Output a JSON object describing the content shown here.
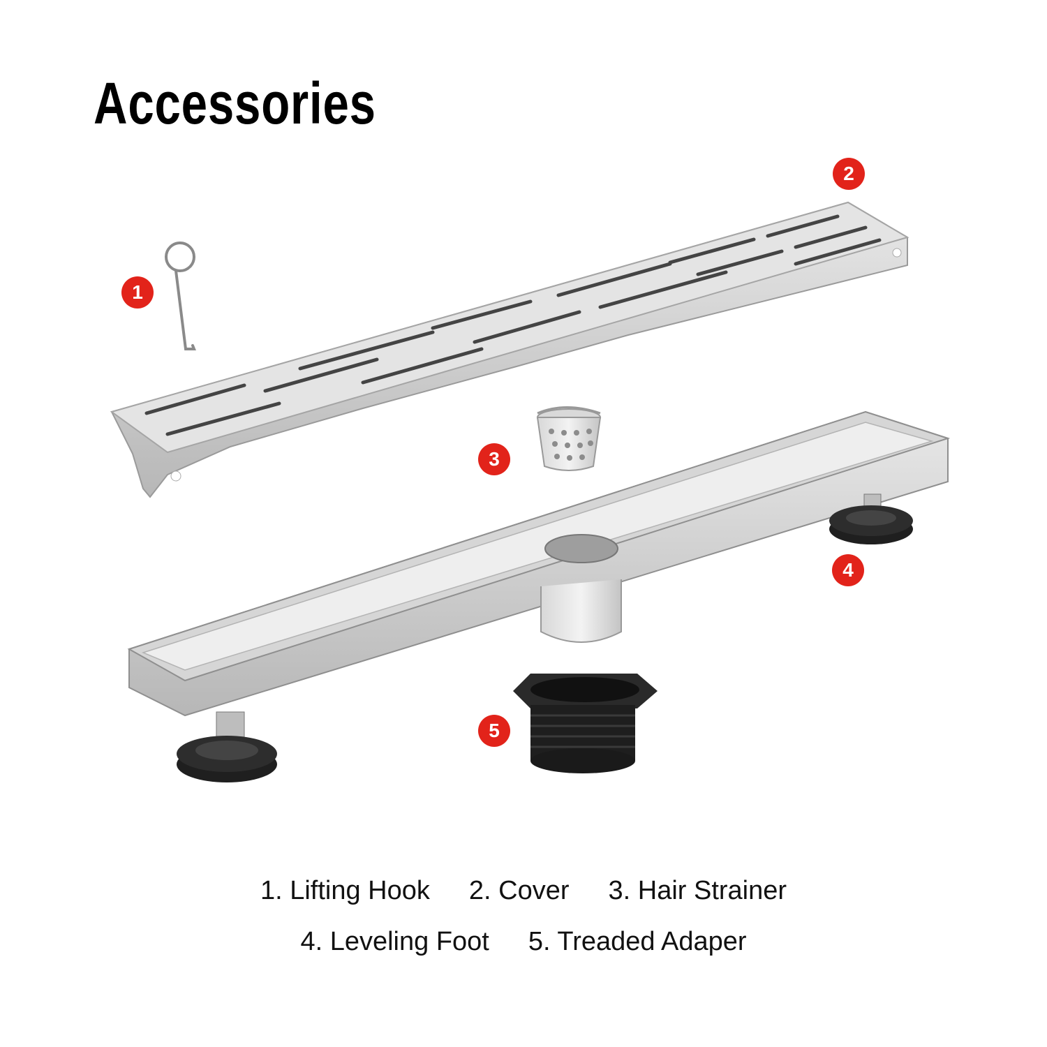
{
  "title": "Accessories",
  "markers": [
    "1",
    "2",
    "3",
    "4",
    "5"
  ],
  "legend": {
    "row1": [
      "1. Lifting Hook",
      "2. Cover",
      "3. Hair Strainer"
    ],
    "row2": [
      "4. Leveling Foot",
      "5. Treaded Adaper"
    ]
  },
  "colors": {
    "marker": "#e2231a",
    "steel": "#c9c9c9",
    "plastic": "#1a1a1a"
  },
  "icons": [
    "lifting-hook-icon",
    "drain-cover-icon",
    "hair-strainer-icon",
    "drain-channel-icon",
    "leveling-foot-icon",
    "threaded-adapter-icon"
  ]
}
